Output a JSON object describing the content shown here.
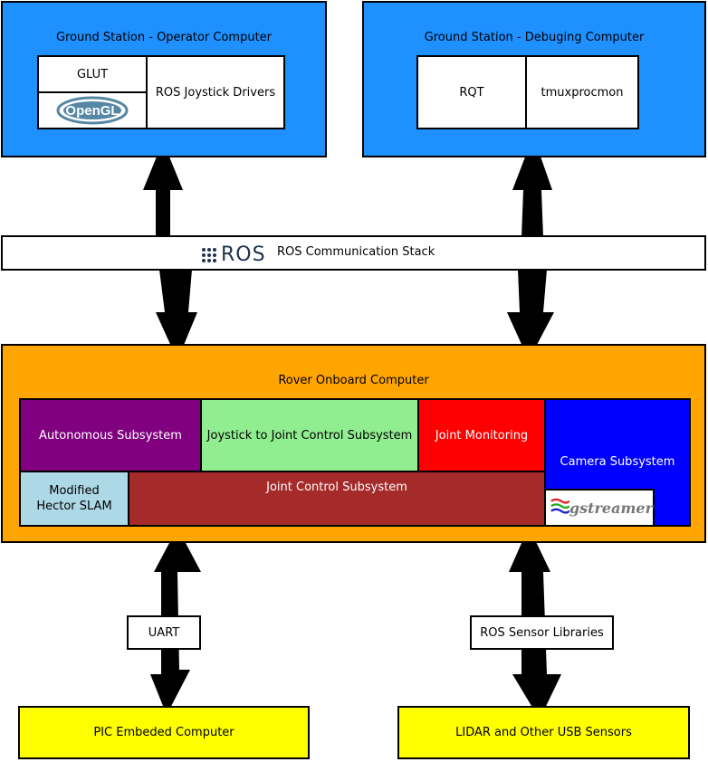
{
  "operator_station": {
    "title": "Ground Station - Operator Computer",
    "glut": "GLUT",
    "opengl_logo": "OpenGL",
    "joystick_drivers": "ROS Joystick Drivers"
  },
  "debug_station": {
    "title": "Ground Station - Debuging Computer",
    "rqt": "RQT",
    "tmux": "tmuxprocmon"
  },
  "comm_stack": {
    "logo_text": "ROS",
    "label": "ROS Communication Stack"
  },
  "rover": {
    "title": "Rover Onboard Computer",
    "autonomous": "Autonomous Subsystem",
    "joystick_to_joint": "Joystick to Joint Control Subsystem",
    "joint_monitoring": "Joint Monitoring",
    "camera": "Camera Subsystem",
    "hector_slam": "Modified\nHector SLAM",
    "joint_control": "Joint Control Subsystem",
    "gstreamer_logo": "gstreamer"
  },
  "links": {
    "uart": "UART",
    "sensor_libs": "ROS Sensor Libraries"
  },
  "pic": "PIC Embeded Computer",
  "lidar": "LIDAR and Other USB Sensors",
  "colors": {
    "ground_station": "#1e90ff",
    "rover": "#ffa500",
    "autonomous": "#800080",
    "joystick_to_joint": "#90ee90",
    "joint_monitoring": "#ff0000",
    "camera": "#0000ff",
    "hector_slam": "#add8e6",
    "joint_control": "#a52a2a",
    "hardware": "#ffff00"
  }
}
